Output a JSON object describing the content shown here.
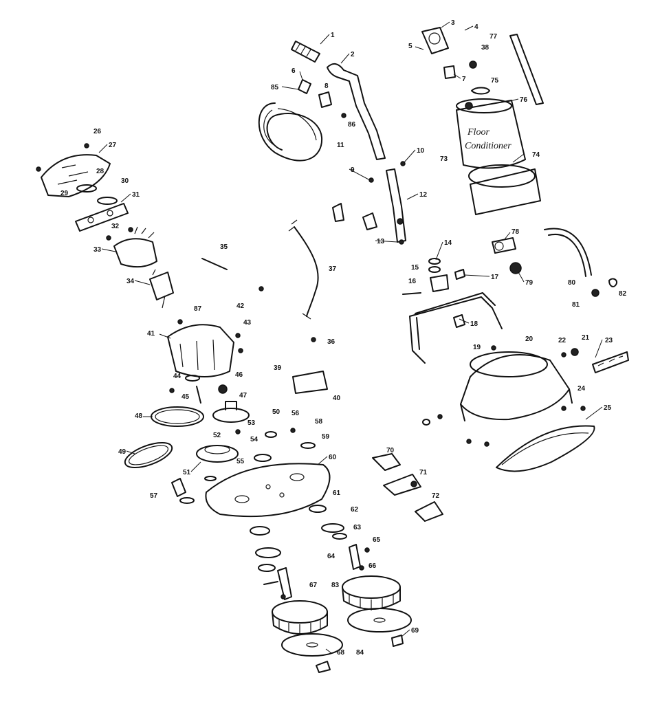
{
  "diagram": {
    "title": "",
    "tank_label_line1": "Floor",
    "tank_label_line2": "Conditioner",
    "callouts": [
      "1",
      "2",
      "3",
      "4",
      "5",
      "6",
      "7",
      "8",
      "9",
      "10",
      "11",
      "12",
      "13",
      "14",
      "15",
      "16",
      "17",
      "18",
      "19",
      "20",
      "21",
      "22",
      "23",
      "24",
      "25",
      "26",
      "27",
      "28",
      "29",
      "30",
      "31",
      "32",
      "33",
      "34",
      "35",
      "36",
      "37",
      "38",
      "39",
      "40",
      "41",
      "42",
      "43",
      "44",
      "45",
      "46",
      "47",
      "48",
      "49",
      "50",
      "51",
      "52",
      "53",
      "54",
      "55",
      "56",
      "57",
      "58",
      "59",
      "60",
      "61",
      "62",
      "63",
      "64",
      "65",
      "66",
      "67",
      "68",
      "69",
      "70",
      "71",
      "72",
      "73",
      "74",
      "75",
      "76",
      "77",
      "78",
      "79",
      "80",
      "81",
      "82",
      "83",
      "84",
      "85",
      "86",
      "87"
    ]
  }
}
